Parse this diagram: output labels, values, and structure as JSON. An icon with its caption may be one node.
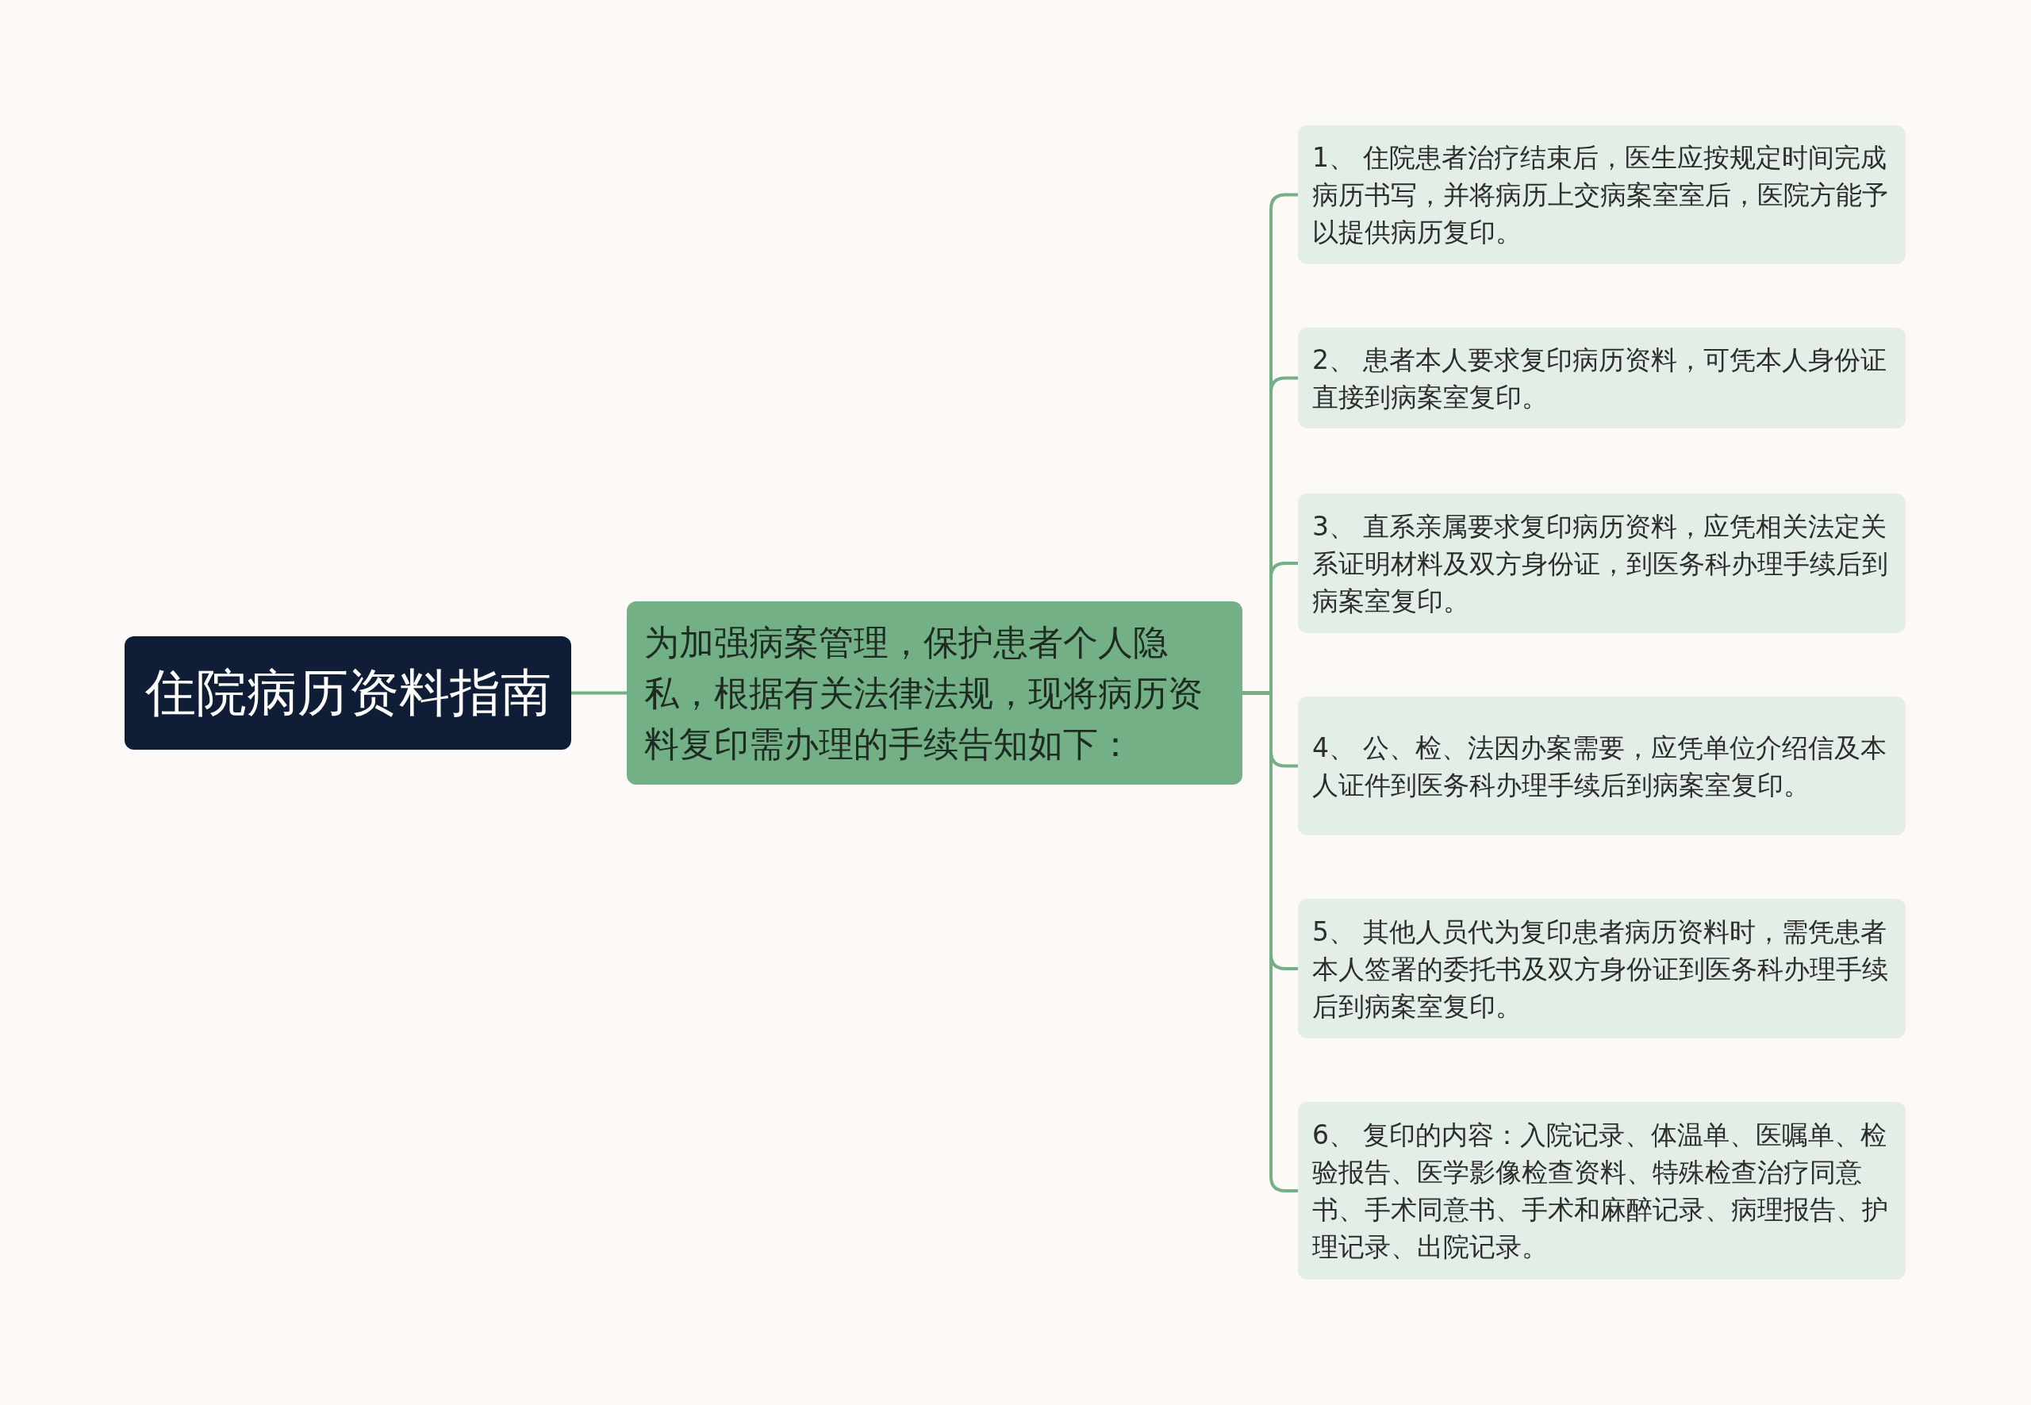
{
  "diagram": {
    "nodes": [
      {
        "text": [
          "住院病历资料指南"
        ]
      },
      {
        "text": [
          "为加强病案管理，保护患者个人隐私，根据有关法律法规，现将病历资料复印需办理的手续告知如下："
        ]
      },
      {
        "text": [
          "1、 住院患者治疗结束后，医生应按规定时间完成病历书写，并将病历上交病案室室后，医院方能予以提供病历复印。"
        ]
      },
      {
        "text": [
          "2、 患者本人要求复印病历资料，可凭本人身份证直接到病案室复印。"
        ]
      },
      {
        "text": [
          "3、 直系亲属要求复印病历资料，应凭相关法定关系证明材料及双方身份证，到医务科办理手续后到病案室复印。"
        ]
      },
      {
        "text": [
          "4、 公、检、法因办案需要，应凭单位介绍信及本人证件到医务科办理手续后到病案室复印。"
        ]
      },
      {
        "text": [
          "5、 其他人员代为复印患者病历资料时，需凭患者本人签署的委托书及双方身份证到医务科办理手续后到病案室复印。"
        ]
      },
      {
        "text": [
          "6、 复印的内容：入院记录、体温单、医嘱单、检验报告、医学影像检查资料、特殊检查治疗同意书、手术同意书、手术和麻醉记录、病理报告、护理记录、出院记录。"
        ]
      }
    ],
    "edges": [
      {
        "from": 0,
        "to": 1,
        "arrow": "none"
      },
      {
        "from": 1,
        "to": 2,
        "arrow": "none"
      },
      {
        "from": 1,
        "to": 3,
        "arrow": "none"
      },
      {
        "from": 1,
        "to": 4,
        "arrow": "none"
      },
      {
        "from": 1,
        "to": 5,
        "arrow": "none"
      },
      {
        "from": 1,
        "to": 6,
        "arrow": "none"
      },
      {
        "from": 1,
        "to": 7,
        "arrow": "none"
      }
    ]
  }
}
